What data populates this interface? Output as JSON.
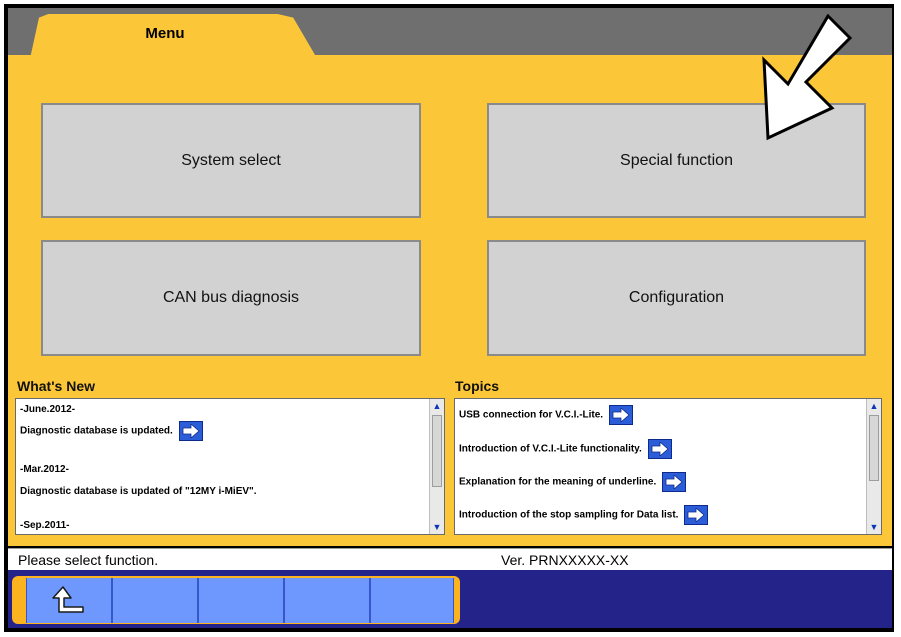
{
  "tab": {
    "label": "Menu"
  },
  "buttons": {
    "system_select": "System select",
    "special_function": "Special function",
    "can_bus": "CAN bus diagnosis",
    "configuration": "Configuration"
  },
  "whats_new": {
    "title": "What's New",
    "lines": [
      "-June.2012-",
      "Diagnostic database is updated.",
      "-Mar.2012-",
      "Diagnostic database is updated of \"12MY i-MiEV\".",
      "-Sep.2011-"
    ]
  },
  "topics": {
    "title": "Topics",
    "items": [
      "USB connection for V.C.I.-Lite.",
      "Introduction of V.C.I.-Lite functionality.",
      "Explanation for the meaning of underline.",
      "Introduction of the stop sampling for Data list."
    ]
  },
  "status": {
    "message": "Please select function.",
    "version": "Ver. PRNXXXXX-XX"
  },
  "icons": {
    "link_arrow": "right-arrow-icon",
    "back": "up-back-arrow-icon",
    "pointer": "large-pointer-arrow"
  },
  "colors": {
    "background": "#fbc637",
    "button": "#d2d2d2",
    "toolbar": "#fdb21f",
    "toolbar_button": "#6f98ff",
    "bottom_bar": "#23238a",
    "link_arrow": "#2c5dd8"
  }
}
